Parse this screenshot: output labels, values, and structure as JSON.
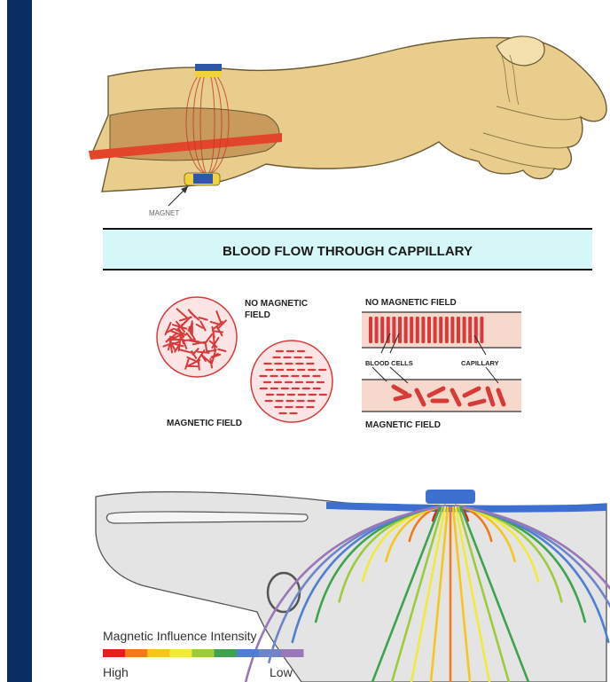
{
  "hand_diagram": {
    "magnet_label": "MAGNET"
  },
  "capillary_section": {
    "banner_title": "BLOOD FLOW THROUGH CAPPILLARY",
    "no_field_label_1": "NO MAGNETIC",
    "no_field_label_2": "FIELD",
    "magnetic_field_label_left": "MAGNETIC FIELD",
    "no_field_label_right": "NO MAGNETIC FIELD",
    "blood_cells_label": "BLOOD CELLS",
    "capillary_label": "CAPILLARY",
    "magnetic_field_label_right": "MAGNETIC FIELD"
  },
  "intensity_legend": {
    "title": "Magnetic Influence Intensity",
    "high_label": "High",
    "low_label": "Low",
    "colors": [
      "#e41d1d",
      "#f07a1c",
      "#f5c61b",
      "#f2ea3a",
      "#9ccc3c",
      "#3fa34d",
      "#4f7fd1",
      "#6f84c9",
      "#9a77b8"
    ]
  },
  "colors": {
    "sidebar": "#0a2e63",
    "skin": "#e8cd8c",
    "banner": "#d6f7f7",
    "blood": "#d83a3a"
  }
}
